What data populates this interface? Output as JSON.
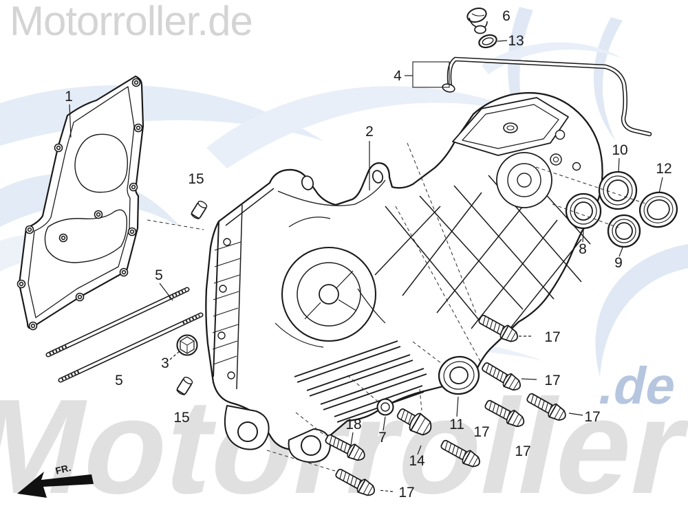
{
  "watermarks": {
    "top_text": "Motorroller.de",
    "bottom_text": "Motorroller",
    "accent_suffix": ".de",
    "accent_color": "#b7c6df",
    "gray_color": "#d9d9d9",
    "swoosh_color": "#e2eaf5"
  },
  "direction": {
    "label": "FR."
  },
  "callouts": [
    {
      "part": "1"
    },
    {
      "part": "2"
    },
    {
      "part": "4"
    },
    {
      "part": "6"
    },
    {
      "part": "13"
    },
    {
      "part": "10"
    },
    {
      "part": "12"
    },
    {
      "part": "8"
    },
    {
      "part": "9"
    },
    {
      "part": "15"
    },
    {
      "part": "5"
    },
    {
      "part": "3"
    },
    {
      "part": "5"
    },
    {
      "part": "15"
    },
    {
      "part": "18"
    },
    {
      "part": "7"
    },
    {
      "part": "14"
    },
    {
      "part": "11"
    },
    {
      "part": "17"
    },
    {
      "part": "17"
    },
    {
      "part": "17"
    },
    {
      "part": "17"
    },
    {
      "part": "17"
    },
    {
      "part": "17"
    }
  ]
}
